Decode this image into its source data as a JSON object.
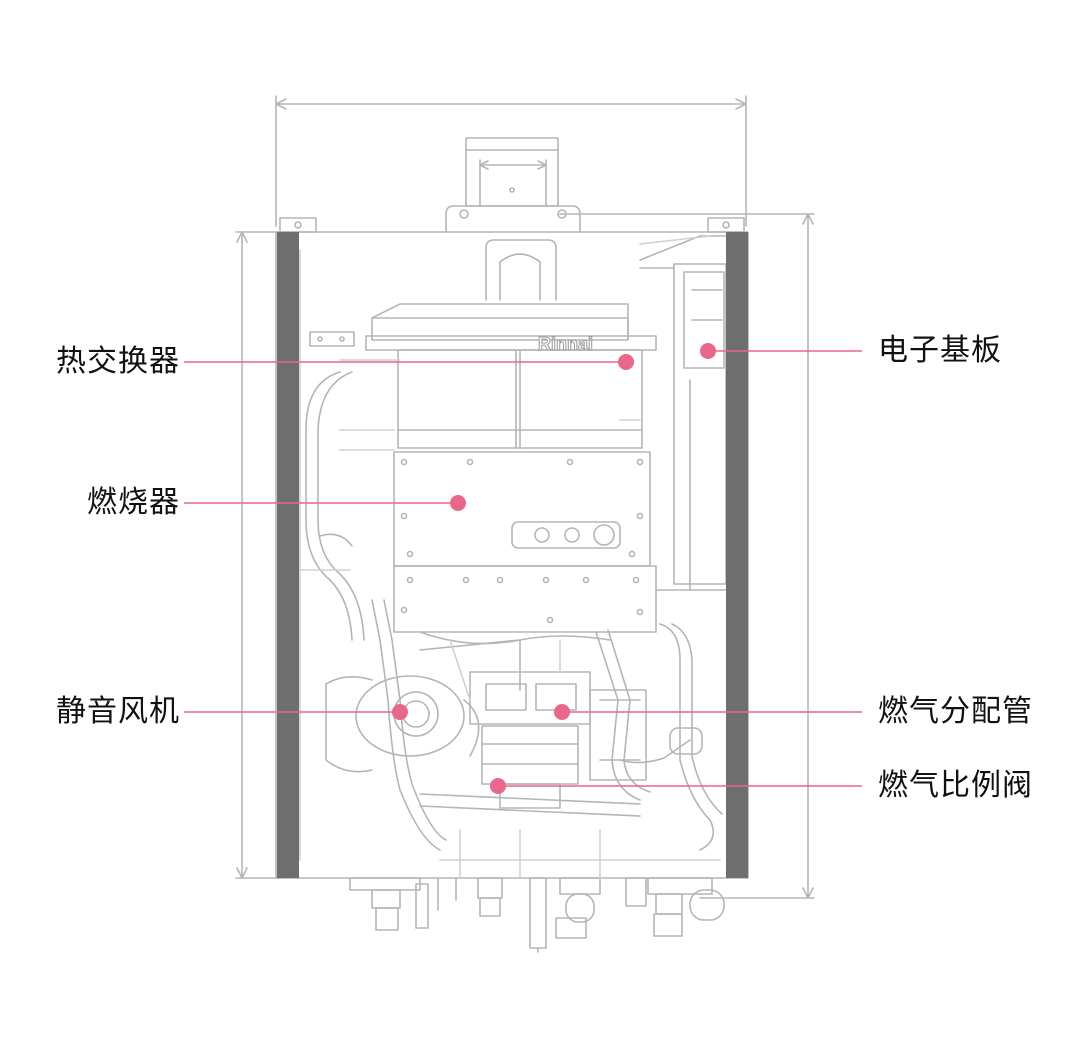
{
  "diagram": {
    "brand_logo": "Rinnai",
    "callouts": {
      "heat_exchanger": "热交换器",
      "burner": "燃烧器",
      "silent_fan": "静音风机",
      "control_board": "电子基板",
      "gas_manifold": "燃气分配管",
      "gas_proportional_valve": "燃气比例阀"
    },
    "colors": {
      "callout_marker": "#e8678a",
      "drawing_stroke": "#b5b5b5",
      "side_bar": "#6e6e6e",
      "label_text": "#111111"
    }
  }
}
